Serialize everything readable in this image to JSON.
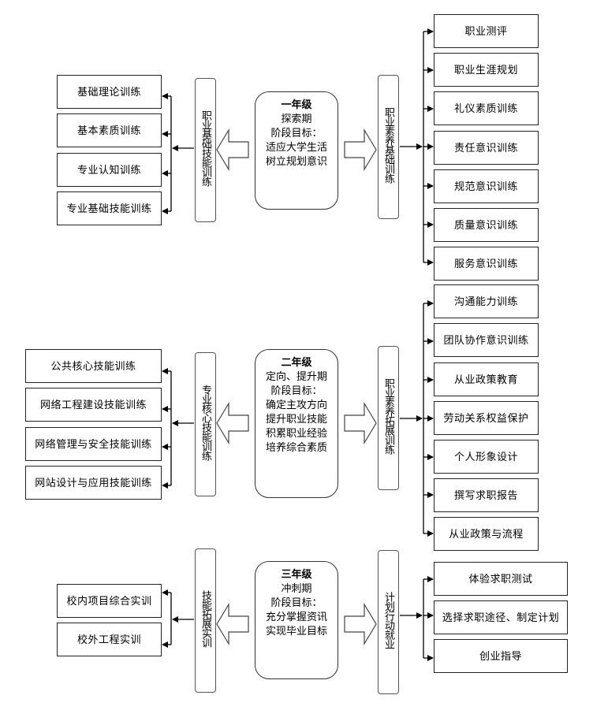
{
  "stages": [
    {
      "year": "一年级",
      "period": "探索期",
      "goal_label": "阶段目标：",
      "goals": [
        "适应大学生活",
        "树立规划意识"
      ],
      "left_bar": "职业基础技能训练",
      "left_items": [
        "基础理论训练",
        "基本素质训练",
        "专业认知训练",
        "专业基础技能训练"
      ],
      "right_bar": "职业素养基础训练",
      "right_items": [
        "职业测评",
        "职业生涯规划",
        "礼仪素质训练",
        "责任意识训练",
        "规范意识训练",
        "质量意识训练",
        "服务意识训练"
      ]
    },
    {
      "year": "二年级",
      "period": "定向、提升期",
      "goal_label": "阶段目标：",
      "goals": [
        "确定主攻方向",
        "提升职业技能",
        "积累职业经验",
        "培养综合素质"
      ],
      "left_bar": "专业核心技能训练",
      "left_items": [
        "公共核心技能训练",
        "网络工程建设技能训练",
        "网络管理与安全技能训练",
        "网站设计与应用技能训练"
      ],
      "right_bar": "职业素养拓展训练",
      "right_items": [
        "沟通能力训练",
        "团队协作意识训练",
        "从业政策教育",
        "劳动关系权益保护",
        "个人形象设计",
        "撰写求职报告",
        "从业政策与流程"
      ]
    },
    {
      "year": "三年级",
      "period": "冲刺期",
      "goal_label": "阶段目标：",
      "goals": [
        "充分掌握资讯",
        "实现毕业目标"
      ],
      "left_bar": "技能拓展实训",
      "left_items": [
        "校内项目综合实训",
        "校外工程实训"
      ],
      "right_bar": "计划行动就业",
      "right_items": [
        "体验求职测试",
        "选择求职途径、制定计划",
        "创业指导"
      ]
    }
  ]
}
